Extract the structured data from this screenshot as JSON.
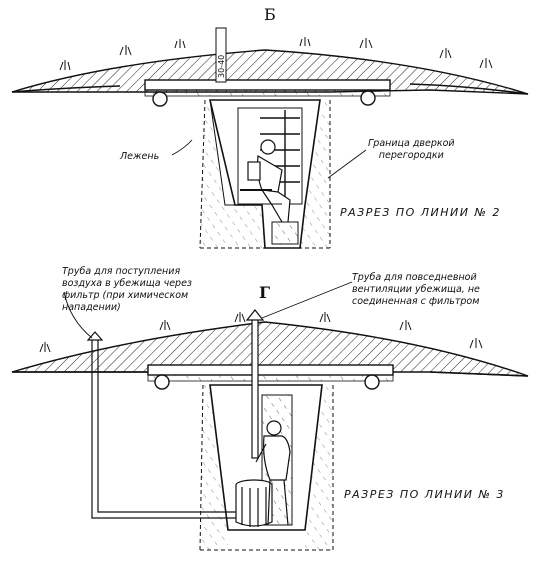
{
  "figure": {
    "top_section": {
      "letter": "Б",
      "beam_mark": "30-40",
      "caption": "РАЗРЕЗ  ПО  ЛИНИИ  № 2",
      "labels": {
        "lezhen": "Лежень",
        "boundary": [
          "Граница дверкой",
          "перегородки"
        ]
      }
    },
    "bottom_section": {
      "letter": "Г",
      "caption": "РАЗРЕЗ  ПО  ЛИНИИ  № 3",
      "labels": {
        "intake_pipe": [
          "Труба для поступления",
          "воздуха в убежища через",
          "фильтр (при химическом",
          "нападении)"
        ],
        "daily_pipe": [
          "Труба для повседневной",
          "вентиляции убежища, не",
          "соединенная с фильтром"
        ]
      }
    }
  }
}
